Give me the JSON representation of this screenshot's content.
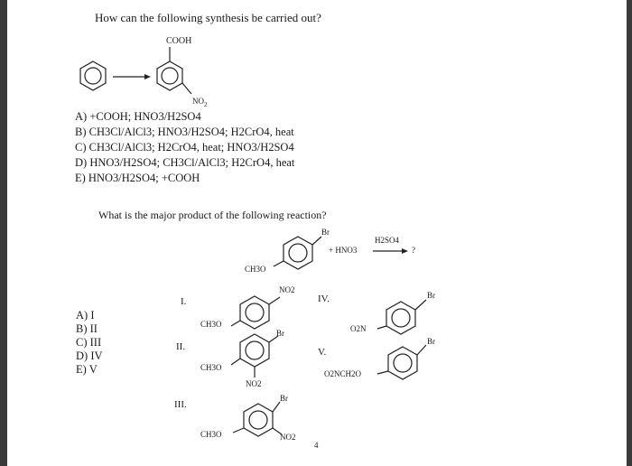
{
  "question1": {
    "prompt": "How can the following synthesis be carried out?",
    "cooh_label": "COOH",
    "no2_label": "NO",
    "options": [
      "A) +COOH; HNO3/H2SO4",
      "B) CH3Cl/AlCl3; HNO3/H2SO4; H2CrO4, heat",
      "C) CH3Cl/AlCl3; H2CrO4, heat; HNO3/H2SO4",
      "D) HNO3/H2SO4; CH3Cl/AlCl3; H2CrO4, heat",
      "E) HNO3/H2SO4; +COOH"
    ]
  },
  "question2": {
    "prompt": "What is the major product of the following reaction?",
    "reactant_br": "Br",
    "reactant_och3": "CH3O",
    "reagent_plus": "+ HNO3",
    "reagent_catalyst": "H2SO4",
    "question_mark": "?",
    "options": [
      "A) I",
      "B) II",
      "C) III",
      "D) IV",
      "E) V"
    ],
    "roman": {
      "i": "I.",
      "ii": "II.",
      "iii": "III.",
      "iv": "IV.",
      "v": "V."
    },
    "labels": {
      "no2": "NO2",
      "br": "Br",
      "ch3o": "CH3O",
      "o2n": "O2N",
      "o2nch2o": "O2NCH2O"
    },
    "stray_mark": "4"
  }
}
